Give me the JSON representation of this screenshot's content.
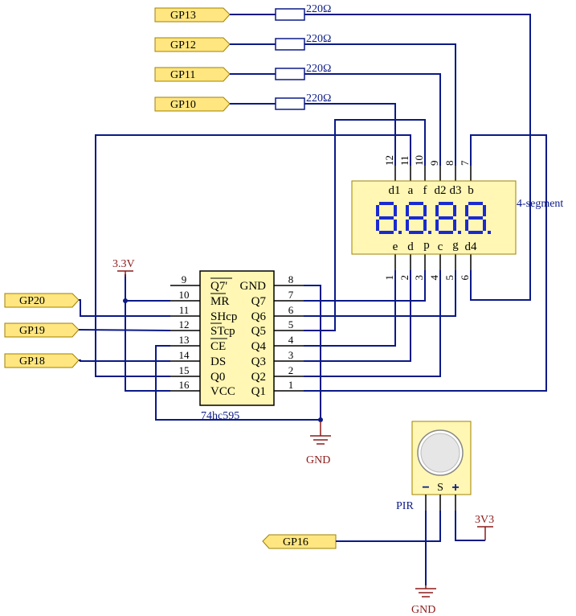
{
  "net_labels": {
    "gp13": "GP13",
    "gp12": "GP12",
    "gp11": "GP11",
    "gp10": "GP10",
    "gp20": "GP20",
    "gp19": "GP19",
    "gp18": "GP18",
    "gp16": "GP16"
  },
  "resistors": {
    "r1": "220Ω",
    "r2": "220Ω",
    "r3": "220Ω",
    "r4": "220Ω"
  },
  "shift_register": {
    "name": "74hc595",
    "left_pins": [
      {
        "num": "9",
        "name": "Q7'"
      },
      {
        "num": "10",
        "name": "MR"
      },
      {
        "num": "11",
        "name": "SHcp"
      },
      {
        "num": "12",
        "name": "STcp"
      },
      {
        "num": "13",
        "name": "CE"
      },
      {
        "num": "14",
        "name": "DS"
      },
      {
        "num": "15",
        "name": "Q0"
      },
      {
        "num": "16",
        "name": "VCC"
      }
    ],
    "right_pins": [
      {
        "num": "8",
        "name": "GND"
      },
      {
        "num": "7",
        "name": "Q7"
      },
      {
        "num": "6",
        "name": "Q6"
      },
      {
        "num": "5",
        "name": "Q5"
      },
      {
        "num": "4",
        "name": "Q4"
      },
      {
        "num": "3",
        "name": "Q3"
      },
      {
        "num": "2",
        "name": "Q2"
      },
      {
        "num": "1",
        "name": "Q1"
      }
    ]
  },
  "display": {
    "name": "4-segment",
    "top_pins": [
      {
        "num": "12",
        "name": "d1"
      },
      {
        "num": "11",
        "name": "a"
      },
      {
        "num": "10",
        "name": "f"
      },
      {
        "num": "9",
        "name": "d2"
      },
      {
        "num": "8",
        "name": "d3"
      },
      {
        "num": "7",
        "name": "b"
      }
    ],
    "bottom_pins": [
      {
        "num": "1",
        "name": "e"
      },
      {
        "num": "2",
        "name": "d"
      },
      {
        "num": "3",
        "name": "p"
      },
      {
        "num": "4",
        "name": "c"
      },
      {
        "num": "5",
        "name": "g"
      },
      {
        "num": "6",
        "name": "d4"
      }
    ]
  },
  "power": {
    "v33": "3.3V",
    "gnd1": "GND",
    "gnd2": "GND",
    "v3v3": "3V3"
  },
  "pir": {
    "name": "PIR",
    "minus": "−",
    "s": "S",
    "plus": "+"
  },
  "colors": {
    "wire": "#0b1a87",
    "label_fill": "#ffe680",
    "component_fill": "#fff7b3",
    "power": "#8b1a1a"
  }
}
